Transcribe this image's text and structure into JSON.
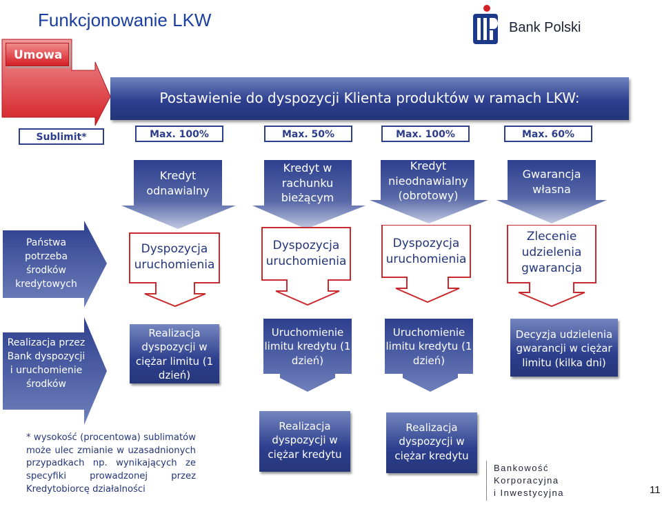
{
  "header": {
    "title": "Funkcjonowanie LKW",
    "bank_name": "Bank Polski"
  },
  "umowa_label": "Umowa",
  "banner_text": "Postawienie do dyspozycji Klienta produktów w ramach LKW:",
  "sublimit_label": "Sublimit*",
  "max_labels": [
    "Max. 100%",
    "Max. 50%",
    "Max. 100%",
    "Max. 60%"
  ],
  "products": [
    "Kredyt odnawialny",
    "Kredyt w rachunku bieżącym",
    "Kredyt nieodnawialny (obrotowy)",
    "Gwarancja własna"
  ],
  "side_steps": {
    "step1": "Państwa potrzeba środków kredytowych",
    "step2": "Realizacja przez Bank dyspozycji i uruchomienie środków"
  },
  "dispositions": [
    "Dyspozycja uruchomienia",
    "Dyspozycja uruchomienia",
    "Dyspozycja uruchomienia",
    "Zlecenie udzielenia gwarancja"
  ],
  "executions": [
    "Realizacja dyspozycji w ciężar limitu (1 dzień)",
    "Uruchomienie limitu kredytu (1 dzień)",
    "Uruchomienie limitu kredytu (1 dzień)",
    "Decyzja udzielenia gwarancji w ciężar limitu (kilka dni)"
  ],
  "final_steps": [
    "Realizacja dyspozycji w ciężar kredytu",
    "Realizacja dyspozycji w ciężar kredytu"
  ],
  "footnote": "* wysokość (procentowa) sublimatów może ulec zmianie w uzasadnionych przypadkach np. wynikających ze specyfiki prowadzonej przez Kredytobiorcę działalności",
  "footer": {
    "line1": "Bankowość",
    "line2": "Korporacyjna",
    "line3": "i Inwestycyjna"
  },
  "page_number": "11",
  "colors": {
    "navy": "#2b3d8b",
    "red": "#c9282d",
    "title_blue": "#1a3e9e"
  }
}
